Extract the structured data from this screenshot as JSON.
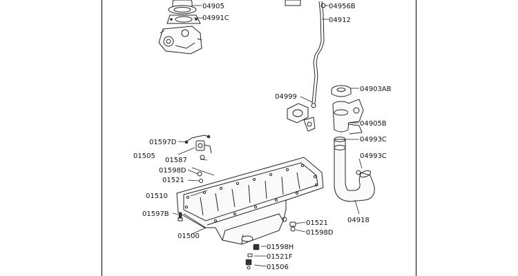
{
  "labels": {
    "l04905": "04905",
    "l04991C": "04991C",
    "l04956B": "04956B",
    "l04912": "04912",
    "l04999": "04999",
    "l04903AB": "04903AB",
    "l04905B": "04905B",
    "l04993C_a": "04993C",
    "l04993C_b": "04993C",
    "l04918": "04918",
    "l01597D": "01597D",
    "l01505": "01505",
    "l01587": "01587",
    "l01598D_a": "01598D",
    "l01521_a": "01521",
    "l01510": "01510",
    "l01597B": "01597B",
    "l01500": "01500",
    "l01521_b": "01521",
    "l01598D_b": "01598D",
    "l01598H": "01598H",
    "l01521F": "01521F",
    "l01506": "01506"
  }
}
